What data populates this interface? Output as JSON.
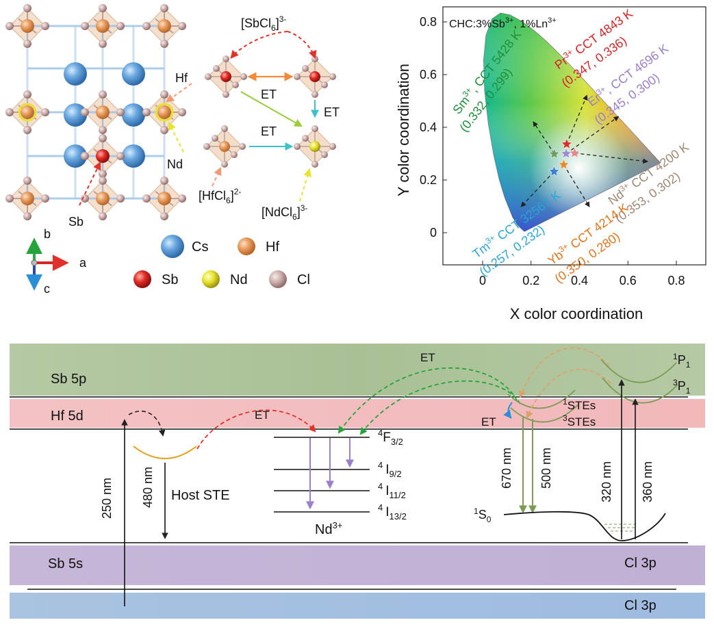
{
  "structure_panel": {
    "axes": {
      "a": "a",
      "b": "b",
      "c": "c"
    },
    "site_labels": {
      "hf": "Hf",
      "nd": "Nd",
      "sb": "Sb"
    },
    "legend": [
      {
        "label": "Cs",
        "color": "#5a9ad6"
      },
      {
        "label": "Hf",
        "color": "#e59a5c"
      },
      {
        "label": "Sb",
        "color": "#d8231f"
      },
      {
        "label": "Nd",
        "color": "#e8e230"
      },
      {
        "label": "Cl",
        "color": "#c9aaa8"
      }
    ],
    "clusters": {
      "sbcl6": {
        "base": "[SbCl",
        "sub": "6",
        "tail": "]",
        "sup": "3-"
      },
      "hfcl6": {
        "base": "[HfCl",
        "sub": "6",
        "tail": "]",
        "sup": "2-"
      },
      "ndcl6": {
        "base": "[NdCl",
        "sub": "6",
        "tail": "]",
        "sup": "3-"
      }
    },
    "et_label": "ET"
  },
  "cie_panel": {
    "title": {
      "pre": "CHC:3%Sb",
      "sup1": "3+",
      "mid": ", 1%Ln",
      "sup2": "3+"
    },
    "xlabel": "X color coordination",
    "ylabel": "Y color coordination",
    "xticks": [
      "0",
      "0.2",
      "0.4",
      "0.6",
      "0.8"
    ],
    "yticks": [
      "0",
      "0.2",
      "0.4",
      "0.6",
      "0.8"
    ],
    "points": [
      {
        "ion": "Sm",
        "sup": "3+",
        "cct": ", CCT 5428 K",
        "coords": "(0.332, 0.299)",
        "color": "#1e8f3a",
        "star": "#6e9a5c"
      },
      {
        "ion": "Pr",
        "sup": "3+",
        "cct": " CCT 4843 K",
        "coords": "(0.347, 0.336)",
        "color": "#d42424",
        "star": "#d8312d"
      },
      {
        "ion": "Er",
        "sup": "3+",
        "cct": ", CCT 4696 K",
        "coords": "(0.345, 0.300)",
        "color": "#9b7fca",
        "star": "#a08ad6"
      },
      {
        "ion": "Nd",
        "sup": "3+",
        "cct": " CCT 4200 K",
        "coords": "(0.353, 0.302)",
        "color": "#a08773",
        "star": "#e5868e"
      },
      {
        "ion": "Tm",
        "sup": "3+",
        "cct": " CCT 32567 K",
        "coords": "(0.257, 0.232)",
        "color": "#2aa6d4",
        "star": "#3c7ed0"
      },
      {
        "ion": "Yb",
        "sup": "3+",
        "cct": " CCT 4214 K",
        "coords": "(0.350, 0.280)",
        "color": "#e0741e",
        "star": "#e88a2e"
      }
    ]
  },
  "energy_panel": {
    "bands": {
      "sb5p": "Sb 5p",
      "hf5d": "Hf 5d",
      "sb5s": "Sb 5s",
      "cl3p_a": "Cl 3p",
      "cl3p_b": "Cl 3p"
    },
    "et_labels": {
      "et1": "ET",
      "et2": "ET",
      "et3": "ET"
    },
    "host_ste": "Host STE",
    "nd_levels": [
      {
        "sup": "4",
        "base": "F",
        "sub": "3/2"
      },
      {
        "sup": "4",
        "base": "I",
        "sub": "9/2"
      },
      {
        "sup": "4",
        "base": "I",
        "sub": "11/2"
      },
      {
        "sup": "4",
        "base": "I",
        "sub": "13/2"
      }
    ],
    "nd_ion": {
      "base": "Nd",
      "sup": "3+"
    },
    "sb_levels": {
      "p1": {
        "sup": "1",
        "base": "P",
        "sub": "1"
      },
      "p3": {
        "sup": "3",
        "base": "P",
        "sub": "1"
      },
      "ste1": {
        "sup": "1",
        "base": "STEs"
      },
      "ste3": {
        "sup": "3",
        "base": "STEs"
      },
      "s0": {
        "sup": "1",
        "base": "S",
        "sub": "0"
      }
    },
    "wavelengths": {
      "w250": "250 nm",
      "w480": "480 nm",
      "w670": "670 nm",
      "w500": "500 nm",
      "w320": "320 nm",
      "w360": "360 nm"
    }
  }
}
